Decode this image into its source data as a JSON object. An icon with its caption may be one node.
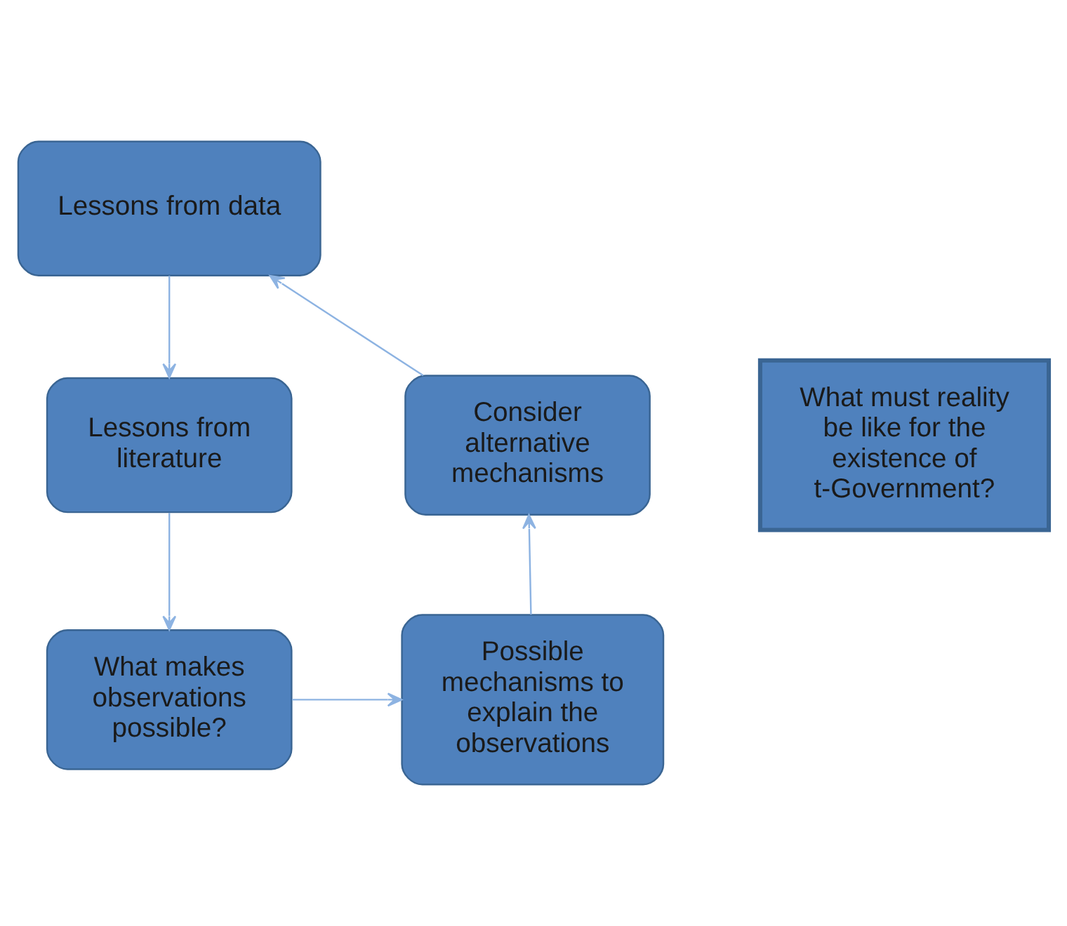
{
  "diagram": {
    "nodes": [
      {
        "text": [
          "Lessons from data"
        ]
      },
      {
        "text": [
          "Lessons from literature"
        ]
      },
      {
        "text": [
          "What makes observations possible?"
        ]
      },
      {
        "text": [
          "Possible mechanisms to explain the observations"
        ]
      },
      {
        "text": [
          "Consider alternative mechanisms"
        ]
      },
      {
        "text": [
          "What must reality be like for the existence of t-Government?"
        ]
      }
    ],
    "edges": [
      {
        "from": 0,
        "to": 1,
        "arrow": "to"
      },
      {
        "from": 1,
        "to": 2,
        "arrow": "to"
      },
      {
        "from": 2,
        "to": 3,
        "arrow": "to"
      },
      {
        "from": 3,
        "to": 4,
        "arrow": "to"
      },
      {
        "from": 4,
        "to": 0,
        "arrow": "to"
      }
    ]
  }
}
